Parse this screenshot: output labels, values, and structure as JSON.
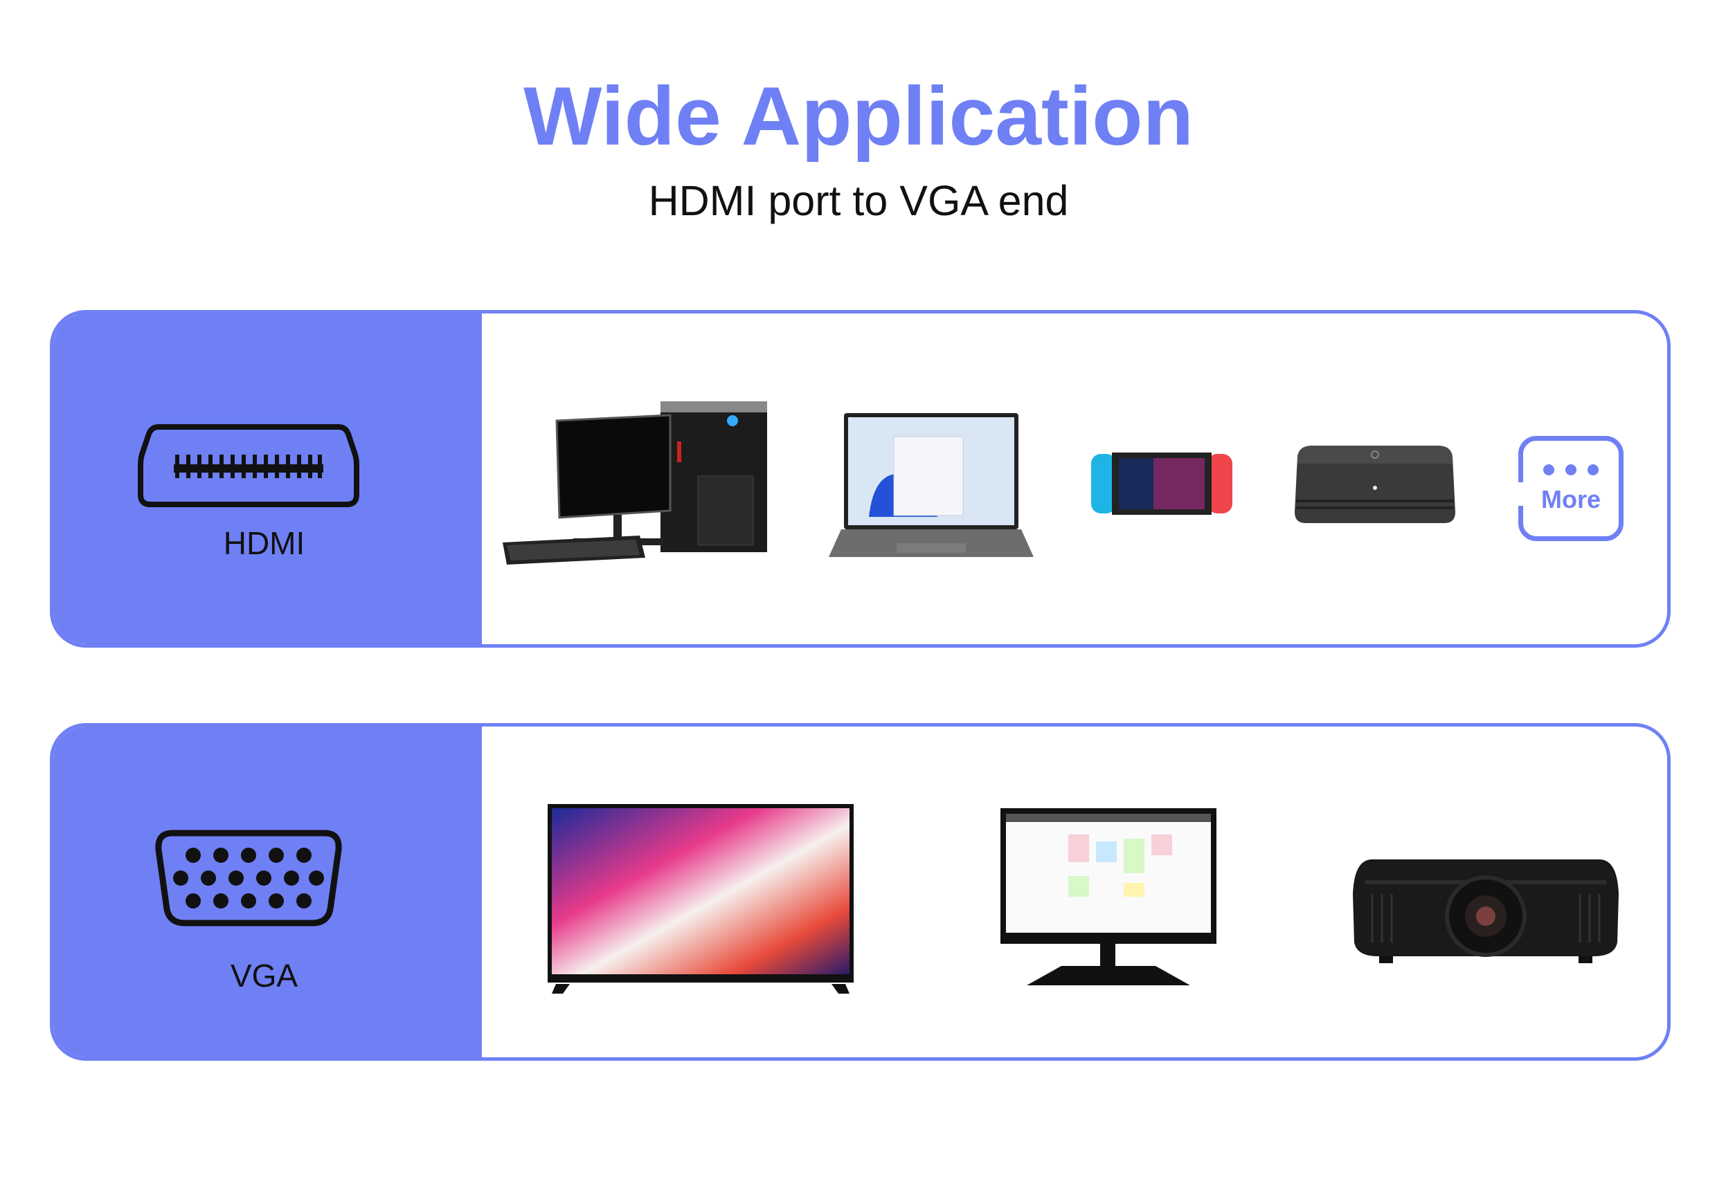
{
  "header": {
    "title": "Wide Application",
    "subtitle": "HDMI port to VGA end"
  },
  "colors": {
    "accent": "#6f80f5",
    "text": "#111111"
  },
  "hdmi_panel": {
    "label": "HDMI",
    "icon": "hdmi-port-icon",
    "devices": [
      "desktop-computer",
      "laptop",
      "game-console",
      "tv-box"
    ],
    "more_label": "More"
  },
  "vga_panel": {
    "label": "VGA",
    "icon": "vga-port-icon",
    "devices": [
      "television",
      "monitor",
      "projector"
    ]
  }
}
